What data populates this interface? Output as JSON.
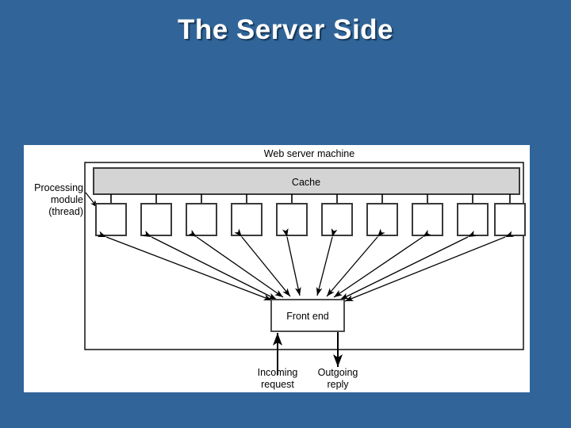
{
  "slide": {
    "title": "The Server Side",
    "background_color": "#316599",
    "title_color": "#ffffff"
  },
  "diagram": {
    "name": "web-server-architecture-diagram",
    "background_color": "#ffffff",
    "stroke_color": "#000000",
    "machine_label": "Web server machine",
    "cache": {
      "label": "Cache",
      "fill_color": "#d4d4d4"
    },
    "processing_module": {
      "label_line1": "Processing",
      "label_line2": "module",
      "label_line3": "(thread)",
      "count": 10,
      "fill_color": "#ffffff"
    },
    "front_end": {
      "label": "Front end",
      "fill_color": "#ffffff"
    },
    "incoming": {
      "line1": "Incoming",
      "line2": "request"
    },
    "outgoing": {
      "line1": "Outgoing",
      "line2": "reply"
    }
  }
}
